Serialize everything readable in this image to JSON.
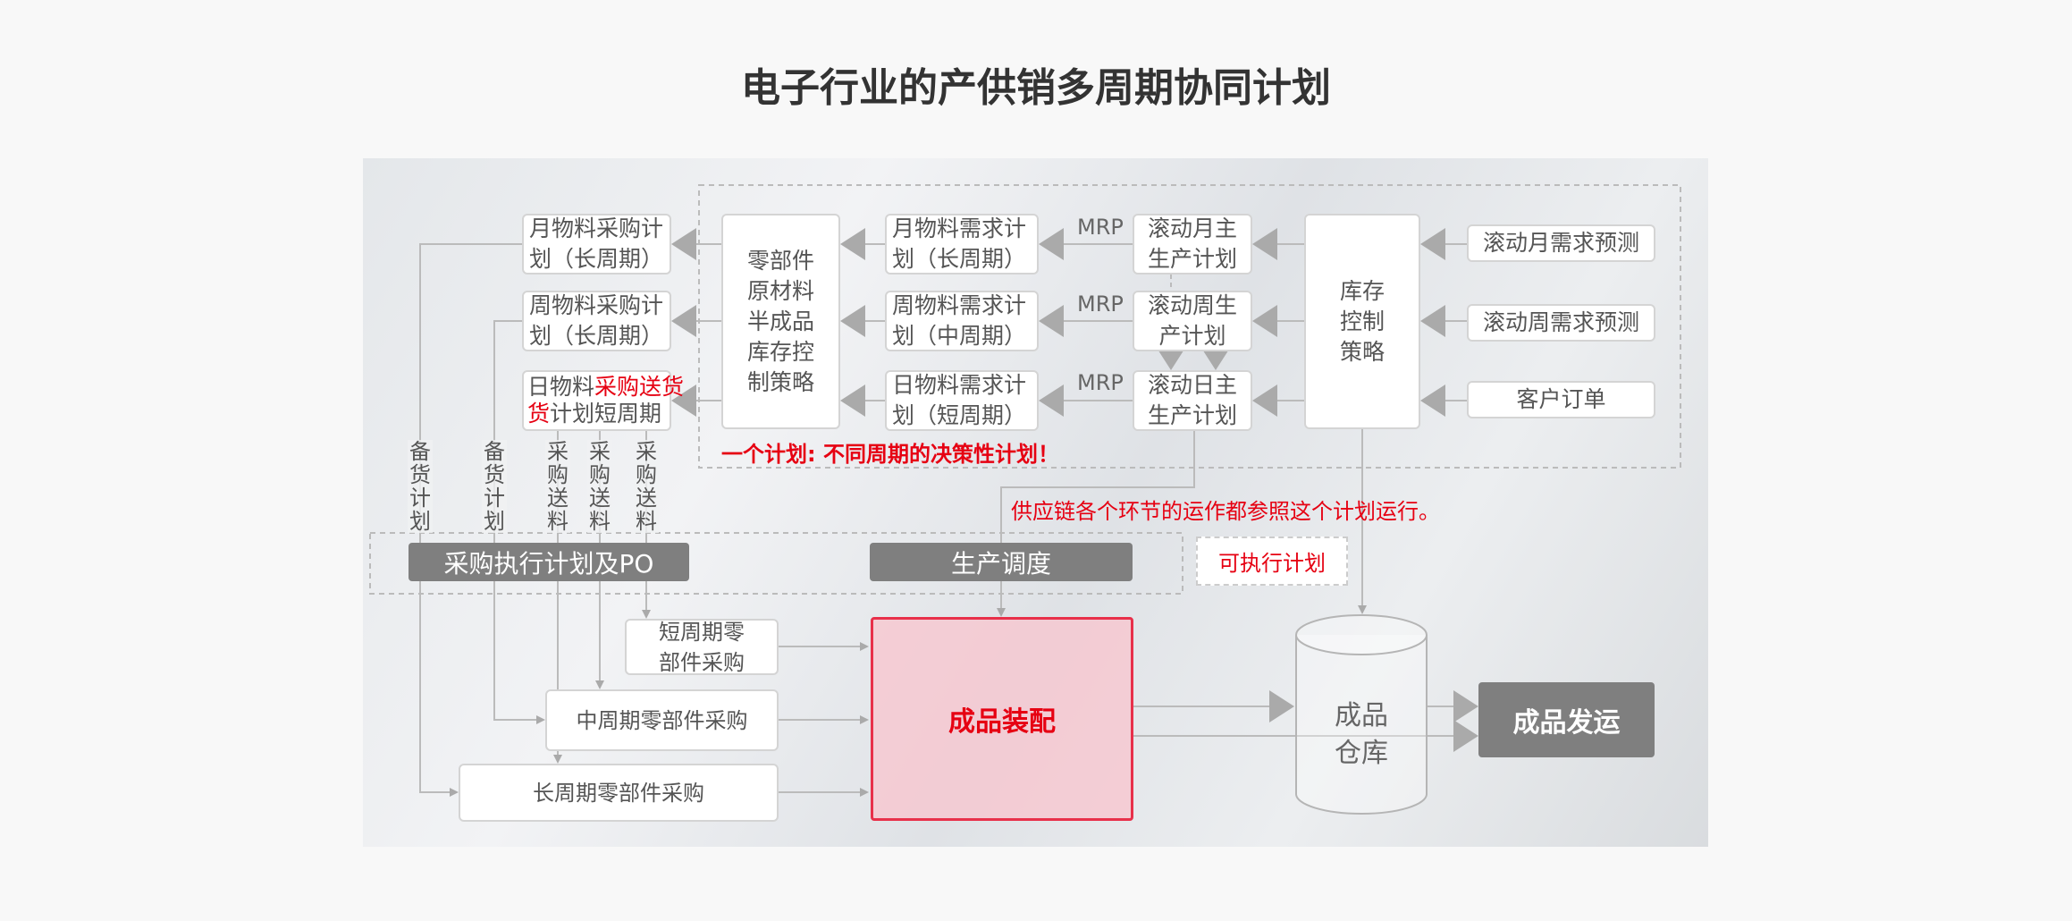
{
  "title": "电子行业的产供销多周期协同计划",
  "purchase_plans": {
    "monthly": "月物料采购计划（长周期）",
    "weekly": "周物料采购计划（长周期）",
    "daily_a": "日物料",
    "daily_red": "采购送货",
    "daily_b": "计划短周期",
    "daily_red2": "货"
  },
  "inventory_parts": "零部件原材料半成品库存控制策略",
  "demand_plans": {
    "monthly": "月物料需求计划（长周期）",
    "weekly": "周物料需求计划（中周期）",
    "daily": "日物料需求计划（短周期）"
  },
  "mrp": "MRP",
  "mps": {
    "monthly": "滚动月主生产计划",
    "weekly": "滚动周生 产计划",
    "daily": "滚动日主生产计划"
  },
  "inventory_policy": "库存控制策略",
  "inputs": {
    "monthly": "滚动月需求预测",
    "weekly": "滚动周需求预测",
    "orders": "客户订单"
  },
  "note_one_plan": "一个计划: 不同周期的决策性计划！",
  "note_supply_chain": "供应链各个环节的运作都参照这个计划运行。",
  "vertical_labels": [
    "备货计划",
    "备货计划",
    "采购送料",
    "采购送料",
    "采购送料"
  ],
  "exec_po": "采购执行计划及PO",
  "scheduling": "生产调度",
  "executable_plan": "可执行计划",
  "procurement": {
    "short": "短周期零部件采购",
    "mid": "中周期零部件采购",
    "long": "长周期零部件采购"
  },
  "assembly": "成品装配",
  "warehouse": "成品仓库",
  "shipping": "成品发运"
}
